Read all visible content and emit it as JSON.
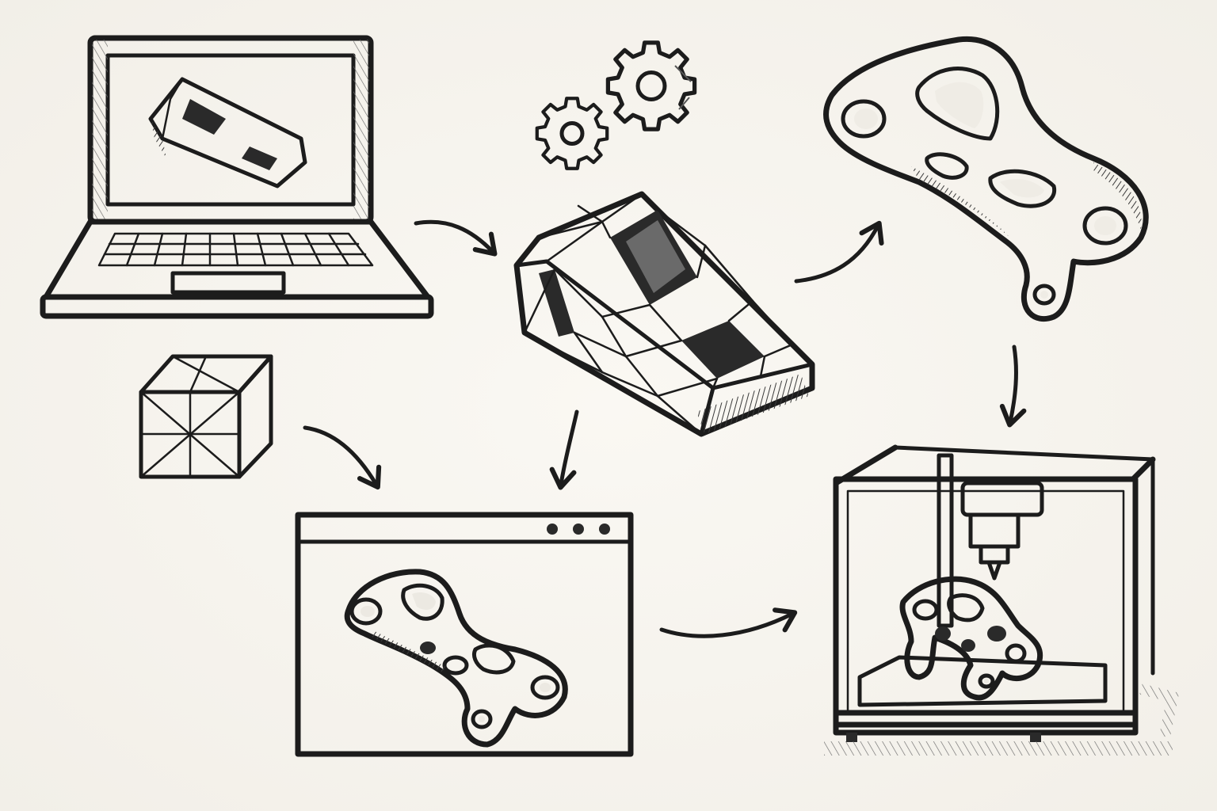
{
  "diagram": {
    "nodes": [
      {
        "id": "laptop-cad",
        "icon": "laptop-icon"
      },
      {
        "id": "gears",
        "icon": "gears-icon"
      },
      {
        "id": "mesh-block",
        "icon": "mesh-model-icon"
      },
      {
        "id": "optimized-bracket",
        "icon": "bracket-icon"
      },
      {
        "id": "design-space-cube",
        "icon": "wireframe-cube-icon"
      },
      {
        "id": "software-window",
        "icon": "app-window-icon"
      },
      {
        "id": "3d-printer",
        "icon": "3d-printer-icon"
      }
    ],
    "edges": [
      {
        "from": "laptop-cad",
        "to": "mesh-block"
      },
      {
        "from": "mesh-block",
        "to": "optimized-bracket"
      },
      {
        "from": "optimized-bracket",
        "to": "3d-printer"
      },
      {
        "from": "mesh-block",
        "to": "software-window"
      },
      {
        "from": "design-space-cube",
        "to": "software-window"
      },
      {
        "from": "software-window",
        "to": "3d-printer"
      }
    ],
    "colors": {
      "ink": "#1c1c1c",
      "paper": "#f6f4ef"
    }
  }
}
